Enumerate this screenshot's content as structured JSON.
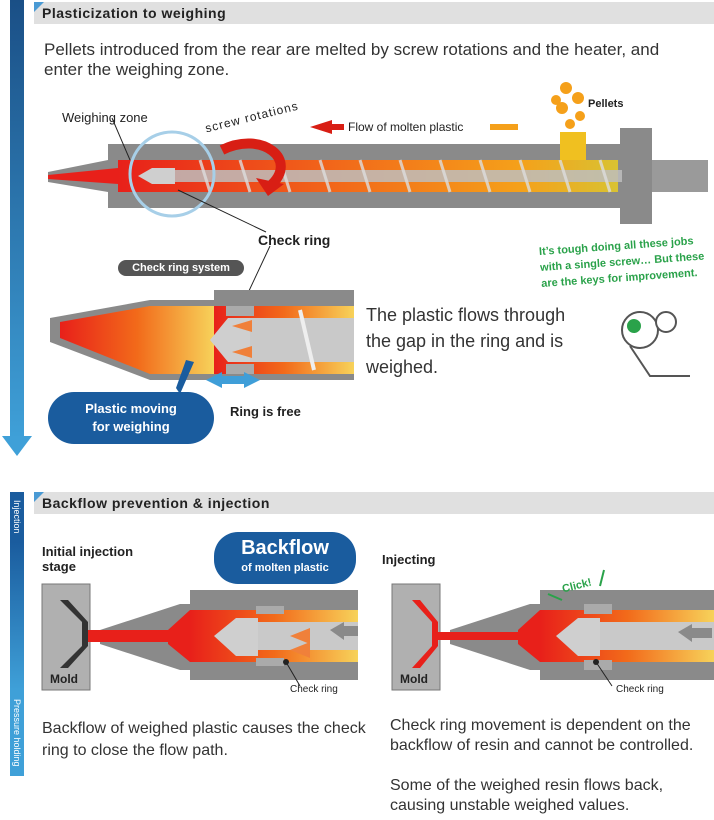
{
  "section1": {
    "title": "Plasticization to weighing",
    "intro": "Pellets introduced from the rear are melted by screw rotations and the heater, and enter the weighing zone.",
    "labels": {
      "weighing_zone": "Weighing zone",
      "screw_rotations": "screw rotations",
      "flow_molten": "Flow of molten plastic",
      "pellets": "Pellets",
      "check_ring": "Check ring",
      "check_ring_system": "Check ring system",
      "plastic_moving_1": "Plastic moving",
      "plastic_moving_2": "for weighing",
      "ring_is_free": "Ring is free",
      "flow_text": "The plastic flows through the gap in the ring and is weighed."
    },
    "speech": "It’s tough doing all these jobs with a single screw… But these are the keys for improvement."
  },
  "section2": {
    "title": "Backflow prevention & injection",
    "side_tab_top": "Injection",
    "side_tab_bottom": "Pressure holding",
    "left": {
      "caption_1": "Initial injection",
      "caption_2": "stage",
      "bubble_title": "Backflow",
      "bubble_sub": "of molten plastic",
      "mold": "Mold",
      "check_ring": "Check ring",
      "text": "Backflow of weighed plastic causes the check ring to close the flow path."
    },
    "right": {
      "caption": "Injecting",
      "click": "Click!",
      "mold": "Mold",
      "check_ring": "Check ring",
      "text_1": "Check ring movement is dependent on the backflow of resin and cannot be controlled.",
      "text_2": "Some of the weighed resin flows back, causing unstable weighed values."
    }
  },
  "colors": {
    "accent_blue": "#1a5c9e",
    "arrow_blue": "#4a9ad4",
    "red": "#e8201a",
    "orange": "#f5a01a",
    "steel": "#888888"
  }
}
